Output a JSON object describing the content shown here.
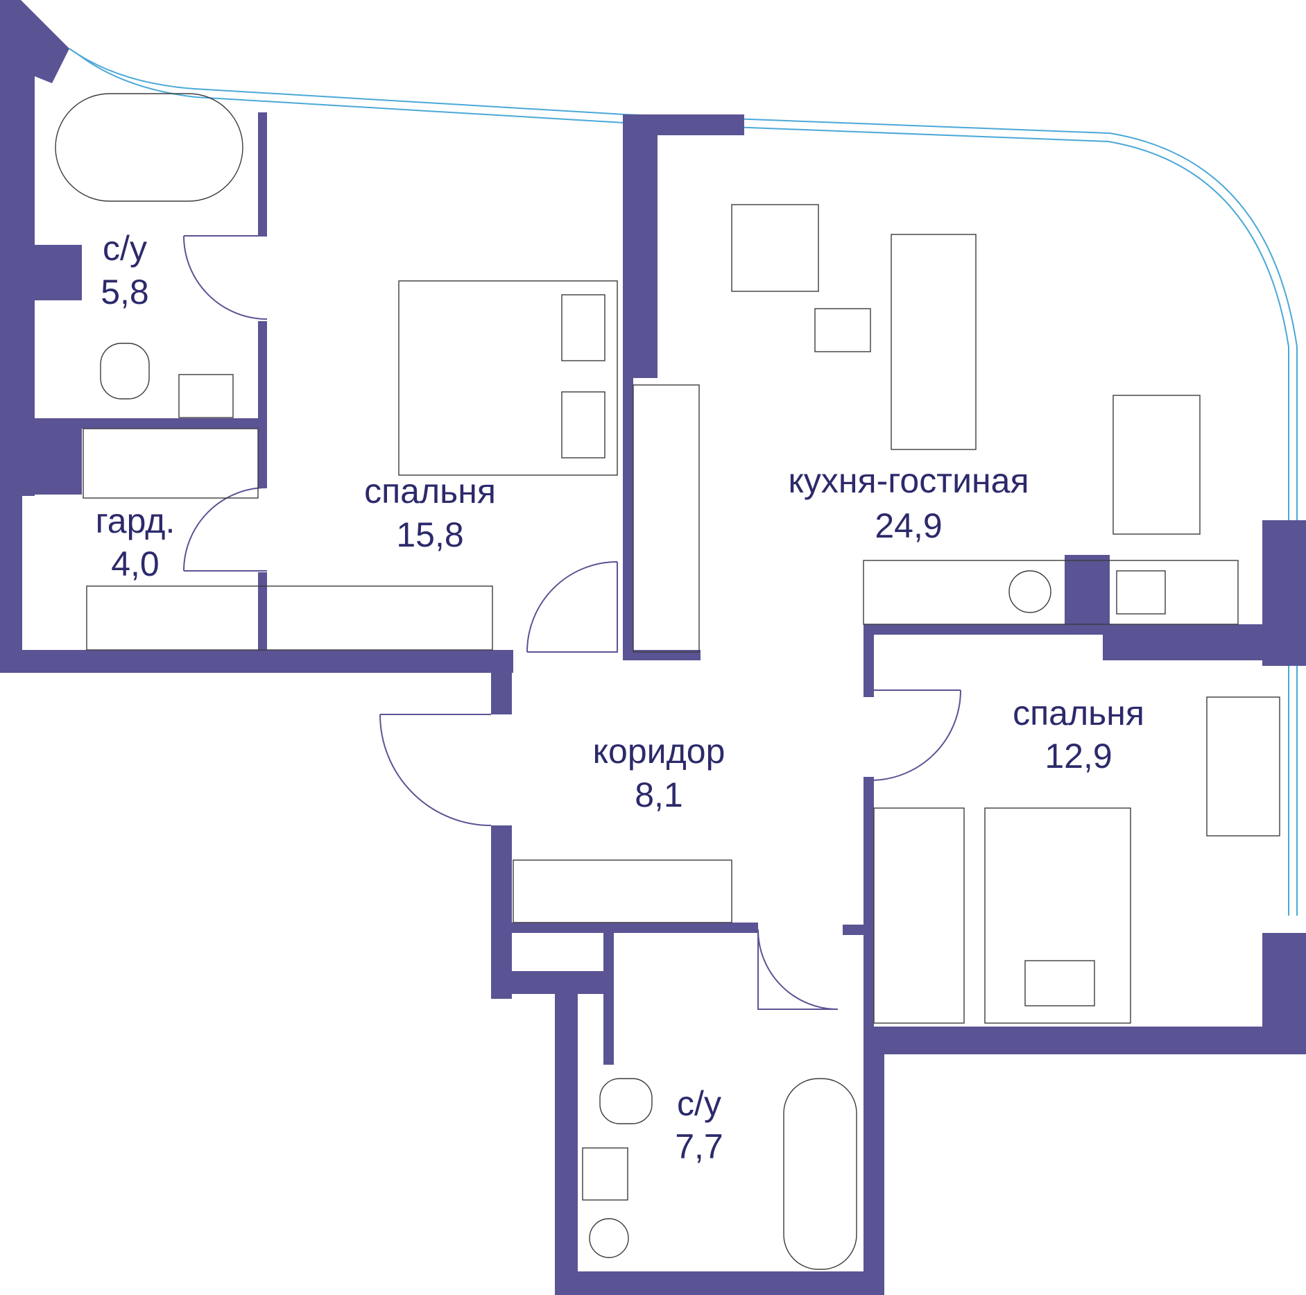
{
  "colors": {
    "wall": "#5a5494",
    "text": "#2c2a6b",
    "glass": "#4aa8d8",
    "furniture": "#3b3b3b"
  },
  "rooms": {
    "bath1": {
      "name": "с/у",
      "area": "5,8"
    },
    "wardrobe": {
      "name": "гард.",
      "area": "4,0"
    },
    "bedroom1": {
      "name": "спальня",
      "area": "15,8"
    },
    "kitchen_living": {
      "name": "кухня-гостиная",
      "area": "24,9"
    },
    "corridor": {
      "name": "коридор",
      "area": "8,1"
    },
    "bedroom2": {
      "name": "спальня",
      "area": "12,9"
    },
    "bath2": {
      "name": "с/у",
      "area": "7,7"
    }
  }
}
